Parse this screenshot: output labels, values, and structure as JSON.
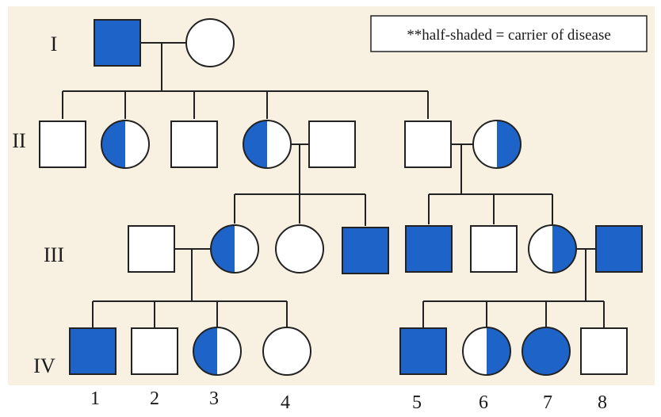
{
  "legend": {
    "text": "**half-shaded = carrier of disease"
  },
  "generations": [
    "I",
    "II",
    "III",
    "IV"
  ],
  "numbers": [
    "1",
    "2",
    "3",
    "4",
    "5",
    "6",
    "7",
    "8"
  ],
  "colors": {
    "background": "#F8F1E1",
    "affected": "#1E64C8",
    "line": "#222222",
    "panel": "#ffffff"
  },
  "individuals": [
    {
      "id": "I-1",
      "sex": "male",
      "status": "affected"
    },
    {
      "id": "I-2",
      "sex": "female",
      "status": "unaffected"
    },
    {
      "id": "II-1",
      "sex": "male",
      "status": "unaffected"
    },
    {
      "id": "II-2",
      "sex": "female",
      "status": "carrier"
    },
    {
      "id": "II-3",
      "sex": "male",
      "status": "unaffected"
    },
    {
      "id": "II-4",
      "sex": "female",
      "status": "carrier"
    },
    {
      "id": "II-5",
      "sex": "male",
      "status": "unaffected"
    },
    {
      "id": "II-6",
      "sex": "male",
      "status": "unaffected"
    },
    {
      "id": "II-7",
      "sex": "female",
      "status": "carrier"
    },
    {
      "id": "III-1",
      "sex": "male",
      "status": "unaffected"
    },
    {
      "id": "III-2",
      "sex": "female",
      "status": "carrier"
    },
    {
      "id": "III-3",
      "sex": "female",
      "status": "unaffected"
    },
    {
      "id": "III-4",
      "sex": "male",
      "status": "affected"
    },
    {
      "id": "III-5",
      "sex": "male",
      "status": "affected"
    },
    {
      "id": "III-6",
      "sex": "male",
      "status": "unaffected"
    },
    {
      "id": "III-7",
      "sex": "female",
      "status": "carrier"
    },
    {
      "id": "III-8",
      "sex": "male",
      "status": "affected"
    },
    {
      "id": "IV-1",
      "sex": "male",
      "status": "affected"
    },
    {
      "id": "IV-2",
      "sex": "male",
      "status": "unaffected"
    },
    {
      "id": "IV-3",
      "sex": "female",
      "status": "carrier"
    },
    {
      "id": "IV-4",
      "sex": "female",
      "status": "unaffected"
    },
    {
      "id": "IV-5",
      "sex": "male",
      "status": "affected"
    },
    {
      "id": "IV-6",
      "sex": "female",
      "status": "carrier"
    },
    {
      "id": "IV-7",
      "sex": "female",
      "status": "affected"
    },
    {
      "id": "IV-8",
      "sex": "male",
      "status": "unaffected"
    }
  ]
}
